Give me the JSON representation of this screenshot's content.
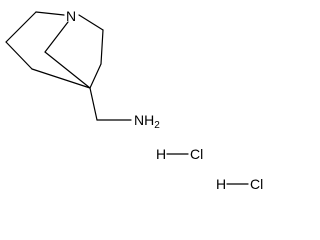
{
  "molecule": {
    "atoms": {
      "nitrogen": "N",
      "amine_n": "N",
      "amine_h": "H",
      "amine_h_count": "2"
    },
    "salts": [
      {
        "h": "H",
        "cl": "Cl"
      },
      {
        "h": "H",
        "cl": "Cl"
      }
    ]
  }
}
